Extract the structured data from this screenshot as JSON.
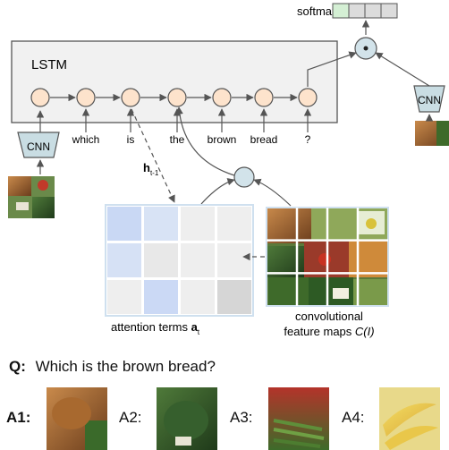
{
  "diagram": {
    "lstm_label": "LSTM",
    "softmax_label": "softmax",
    "cnn_label": "CNN",
    "tokens": [
      "which",
      "is",
      "the",
      "brown",
      "bread",
      "?"
    ],
    "hidden_state": {
      "main": "h",
      "sub": "t-1"
    },
    "attention_caption": {
      "text": "attention terms ",
      "symbol": "a",
      "sub": "t"
    },
    "feature_caption": {
      "line1": "convolutional",
      "line2_text": "feature maps ",
      "line2_symbol": "C(I)"
    },
    "attention_grid_colors": [
      [
        "#c9d8f4",
        "#d8e3f5",
        "#eeeeee",
        "#eeeeee"
      ],
      [
        "#d6e1f5",
        "#e8e8e8",
        "#eeeeee",
        "#eeeeee"
      ],
      [
        "#eeeeee",
        "#cbd9f5",
        "#eeeeee",
        "#d6d6d6"
      ]
    ],
    "colors": {
      "node_fill": "#fde3cc",
      "cnn_fill": "#c9dde3",
      "box_stroke": "#555555",
      "arrow": "#555555",
      "softmax_fill": "#dcdcdc",
      "softmax_first": "#d4efd4",
      "grid_border": "#cfe0ef"
    }
  },
  "qa": {
    "question_label": "Q:",
    "question_text": "Which is the brown bread?",
    "answers": [
      {
        "label": "A1:",
        "bold": true,
        "image": "brown bread photo"
      },
      {
        "label": "A2:",
        "bold": false,
        "image": "leafy greens photo"
      },
      {
        "label": "A3:",
        "bold": false,
        "image": "green beans photo"
      },
      {
        "label": "A4:",
        "bold": false,
        "image": "bananas photo"
      }
    ]
  }
}
